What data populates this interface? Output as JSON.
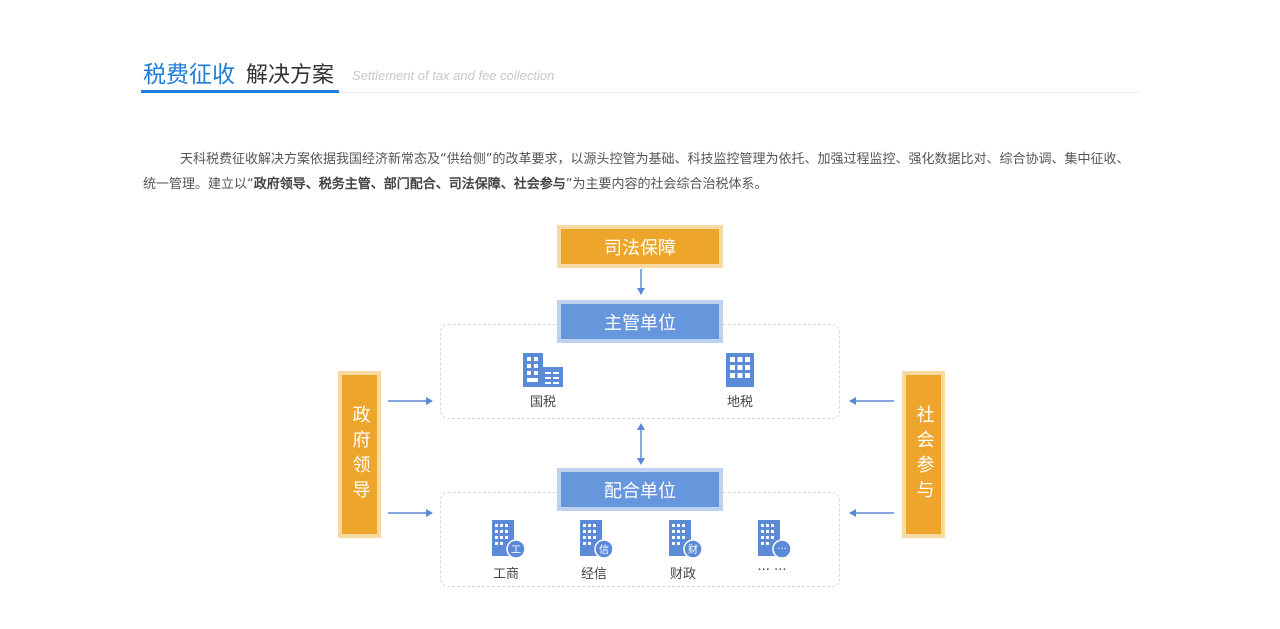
{
  "header": {
    "title_blue": "税费征收",
    "title_black": "解决方案",
    "subtitle_en": "Settlement of tax and fee collection"
  },
  "intro": {
    "part1": "天科税费征收解决方案依据我国经济新常态及“供给侧”的改革要求，以源头控管为基础、科技监控管理为依托、加强过程监控、强化数据比对、综合协调、集中征收、统一管理。建立以“",
    "bold": "政府领导、税务主管、部门配合、司法保障、社会参与",
    "part2": "”为主要内容的社会综合治税体系。"
  },
  "diagram": {
    "judicial": "司法保障",
    "main_unit": "主管单位",
    "coop_unit": "配合单位",
    "government": "政府领导",
    "society": "社会参与",
    "main_items": [
      {
        "label": "国税",
        "icon": "building-icon"
      },
      {
        "label": "地税",
        "icon": "building-icon"
      }
    ],
    "coop_items": [
      {
        "label": "工商",
        "badge": "工",
        "icon": "building-icon"
      },
      {
        "label": "经信",
        "badge": "信",
        "icon": "building-icon"
      },
      {
        "label": "财政",
        "badge": "财",
        "icon": "building-icon"
      },
      {
        "label": "··· ···",
        "badge": "···",
        "icon": "building-icon"
      }
    ],
    "colors": {
      "orange": "#eda52b",
      "blue": "#6697dc",
      "accent": "#1e7ed8",
      "arrow": "#5b8ad6"
    }
  }
}
